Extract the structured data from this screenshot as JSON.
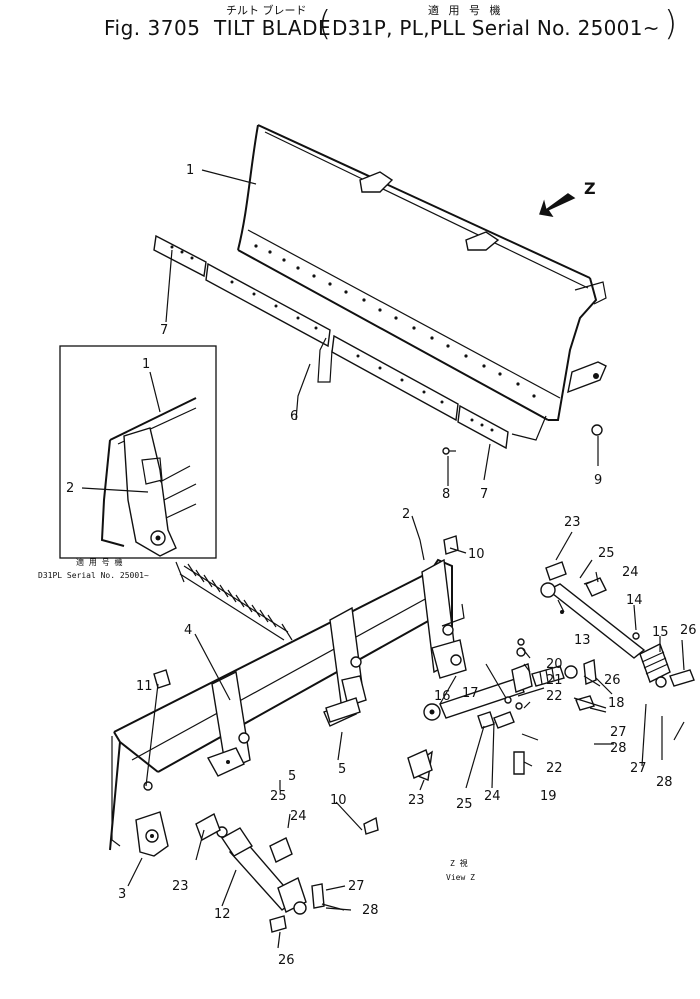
{
  "header": {
    "fig_label": "Fig. 3705",
    "title_jp": "チルト ブレード",
    "title": "TILT BLADE",
    "applicable_models_label": "適 用 号 機",
    "models": "D31P, PL,PLL Serial No. 25001~"
  },
  "inset": {
    "applicable_label": "適 用 号 機",
    "serial": "D31PL Serial No. 25001~"
  },
  "view": {
    "arrow_letter": "Z",
    "view_label_jp": "Z 視",
    "view_label": "View Z"
  },
  "callouts": [
    {
      "id": "1",
      "label": "1"
    },
    {
      "id": "1-inset",
      "label": "1"
    },
    {
      "id": "2-inset",
      "label": "2"
    },
    {
      "id": "2",
      "label": "2"
    },
    {
      "id": "3",
      "label": "3"
    },
    {
      "id": "4",
      "label": "4"
    },
    {
      "id": "5a",
      "label": "5"
    },
    {
      "id": "5b",
      "label": "5"
    },
    {
      "id": "6",
      "label": "6"
    },
    {
      "id": "7a",
      "label": "7"
    },
    {
      "id": "7b",
      "label": "7"
    },
    {
      "id": "8",
      "label": "8"
    },
    {
      "id": "9",
      "label": "9"
    },
    {
      "id": "10a",
      "label": "10"
    },
    {
      "id": "10b",
      "label": "10"
    },
    {
      "id": "11",
      "label": "11"
    },
    {
      "id": "12",
      "label": "12"
    },
    {
      "id": "13",
      "label": "13"
    },
    {
      "id": "14",
      "label": "14"
    },
    {
      "id": "15",
      "label": "15"
    },
    {
      "id": "16",
      "label": "16"
    },
    {
      "id": "17",
      "label": "17"
    },
    {
      "id": "18",
      "label": "18"
    },
    {
      "id": "19",
      "label": "19"
    },
    {
      "id": "20",
      "label": "20"
    },
    {
      "id": "21",
      "label": "21"
    },
    {
      "id": "22a",
      "label": "22"
    },
    {
      "id": "22b",
      "label": "22"
    },
    {
      "id": "23a",
      "label": "23"
    },
    {
      "id": "23b",
      "label": "23"
    },
    {
      "id": "23c",
      "label": "23"
    },
    {
      "id": "24a",
      "label": "24"
    },
    {
      "id": "24b",
      "label": "24"
    },
    {
      "id": "24c",
      "label": "24"
    },
    {
      "id": "25a",
      "label": "25"
    },
    {
      "id": "25b",
      "label": "25"
    },
    {
      "id": "25c",
      "label": "25"
    },
    {
      "id": "26a",
      "label": "26"
    },
    {
      "id": "26b",
      "label": "26"
    },
    {
      "id": "26c",
      "label": "26"
    },
    {
      "id": "27a",
      "label": "27"
    },
    {
      "id": "27b",
      "label": "27"
    },
    {
      "id": "27c",
      "label": "27"
    },
    {
      "id": "28a",
      "label": "28"
    },
    {
      "id": "28b",
      "label": "28"
    },
    {
      "id": "28c",
      "label": "28"
    }
  ]
}
